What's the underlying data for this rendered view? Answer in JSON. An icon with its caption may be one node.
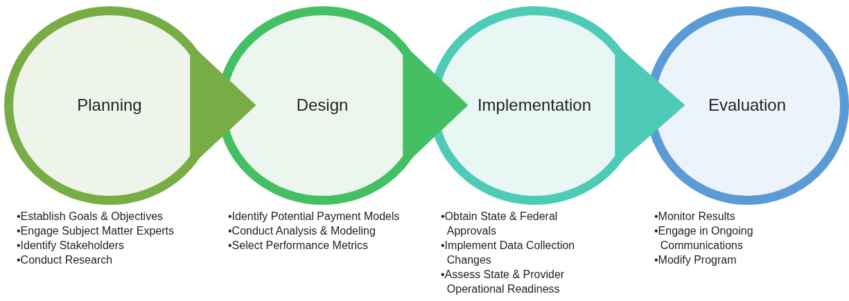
{
  "diagram": {
    "nodes": [
      {
        "text": [
          "Planning"
        ],
        "beside": [
          "•Establish Goals & Objectives",
          "•Engage Subject Matter Experts",
          "•Identify Stakeholders",
          "•Conduct Research"
        ]
      },
      {
        "text": [
          "Design"
        ],
        "beside": [
          "•Identify Potential Payment Models",
          "•Conduct Analysis & Modeling",
          "•Select Performance Metrics"
        ]
      },
      {
        "text": [
          "Implementation"
        ],
        "beside": [
          "•Obtain State & Federal Approvals",
          "•Implement Data Collection Changes",
          "•Assess State & Provider Operational Readiness"
        ]
      },
      {
        "text": [
          "Evaluation"
        ],
        "beside": [
          "•Monitor Results",
          "•Engage in Ongoing Communications",
          "•Modify Program"
        ]
      }
    ],
    "edges": [
      {
        "from": 0,
        "to": 1,
        "arrow": "to",
        "color": "#78ad45"
      },
      {
        "from": 1,
        "to": 2,
        "arrow": "to",
        "color": "#45bf63"
      },
      {
        "from": 2,
        "to": 3,
        "arrow": "to",
        "color": "#4ecbb6"
      }
    ]
  }
}
